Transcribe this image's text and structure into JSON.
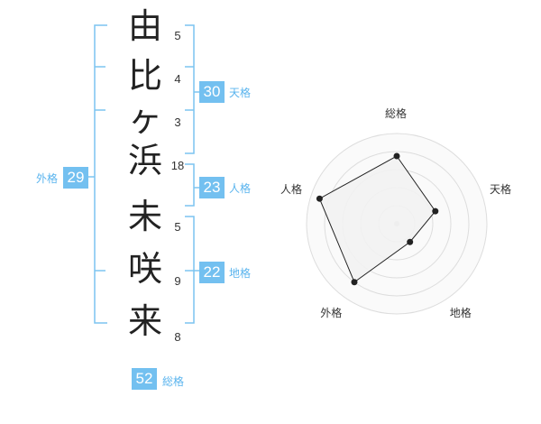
{
  "name": {
    "characters": [
      {
        "char": "由",
        "strokes": "5"
      },
      {
        "char": "比",
        "strokes": "4"
      },
      {
        "char": "ヶ",
        "strokes": "3"
      },
      {
        "char": "浜",
        "strokes": "18"
      },
      {
        "char": "未",
        "strokes": "5"
      },
      {
        "char": "咲",
        "strokes": "9"
      },
      {
        "char": "来",
        "strokes": "8"
      }
    ]
  },
  "fortune": {
    "tenkaku": {
      "value": "30",
      "label": "天格"
    },
    "jinkaku": {
      "value": "23",
      "label": "人格"
    },
    "chikaku": {
      "value": "22",
      "label": "地格"
    },
    "gaikaku": {
      "value": "29",
      "label": "外格"
    },
    "soukaku": {
      "value": "52",
      "label": "総格"
    }
  },
  "colors": {
    "accent": "#73c0f0",
    "accent_text": "#5ab4ee",
    "bracket": "#7cc4f0",
    "radar_fill": "#f2f2f2",
    "radar_grid": "#dddddd",
    "radar_line": "#222222"
  },
  "chart_data": {
    "type": "radar",
    "axes": [
      "総格",
      "天格",
      "地格",
      "外格",
      "人格"
    ],
    "values": [
      0.75,
      0.45,
      0.25,
      0.8,
      0.9
    ],
    "max": 1
  }
}
